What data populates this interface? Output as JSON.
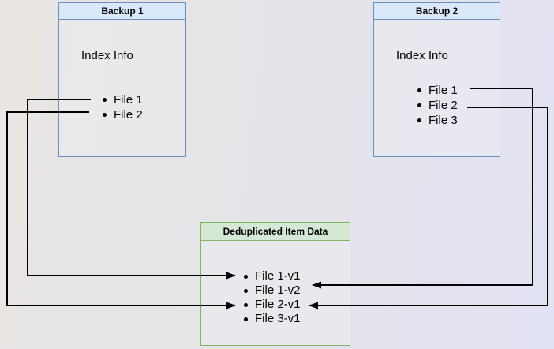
{
  "diagram": {
    "backup1": {
      "title": "Backup 1",
      "subtitle": "Index Info",
      "files": [
        "File 1",
        "File 2"
      ]
    },
    "backup2": {
      "title": "Backup 2",
      "subtitle": "Index Info",
      "files": [
        "File 1",
        "File 2",
        "File 3"
      ]
    },
    "dedup": {
      "title": "Deduplicated Item Data",
      "items": [
        "File 1-v1",
        "File 1-v2",
        "File 2-v1",
        "File 3-v1"
      ]
    },
    "connections": [
      {
        "from": "Backup 1 / File 1",
        "to": "File 1-v1",
        "route": "left"
      },
      {
        "from": "Backup 1 / File 2",
        "to": "File 2-v1",
        "route": "left"
      },
      {
        "from": "Backup 2 / File 1",
        "to": "File 1-v2",
        "route": "right"
      },
      {
        "from": "Backup 2 / File 2",
        "to": "File 2-v1",
        "route": "right"
      }
    ],
    "colors": {
      "backup_box_border": "#6c8ebf",
      "backup_header_fill": "#dae8fc",
      "dedup_box_border": "#82b366",
      "dedup_header_fill": "#d5e8d4",
      "connector": "#000000",
      "background_left": "#e8e5e2",
      "background_right": "#e1e2f3"
    }
  }
}
